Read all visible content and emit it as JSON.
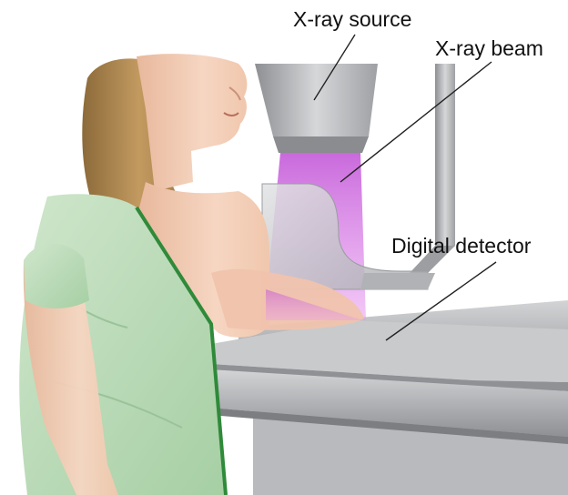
{
  "labels": {
    "source": "X-ray source",
    "beam": "X-ray beam",
    "detector": "Digital detector"
  },
  "colors": {
    "gown": "#b7d8b3",
    "gown_trim": "#2f8a3a",
    "skin": "#f3cdb3",
    "hair": "#b58d55",
    "beam": "#d982e6",
    "machine": "#a9a9a9"
  }
}
